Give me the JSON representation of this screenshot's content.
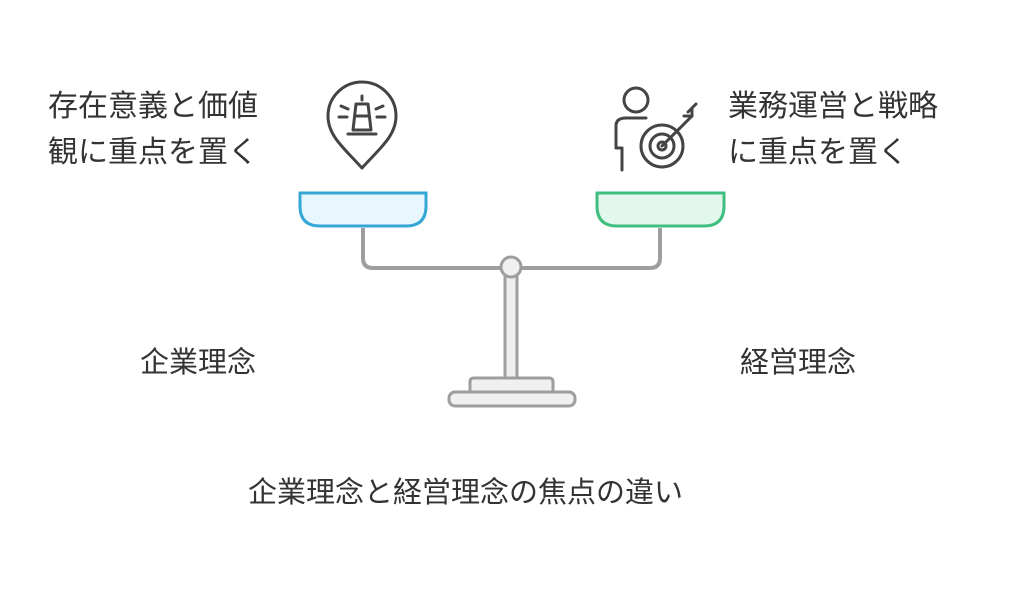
{
  "left_statement": [
    "存在意義と価値",
    "観に重点を置く"
  ],
  "right_statement": [
    "業務運営と戦略",
    "に重点を置く"
  ],
  "left_label": "企業理念",
  "right_label": "経営理念",
  "footer_title": "企業理念と経営理念の焦点の違い",
  "icons": {
    "left": "lighthouse-pin-icon",
    "right": "person-target-icon"
  },
  "colors": {
    "left_pan_stroke": "#35a7d6",
    "left_pan_fill": "#e8f7fd",
    "right_pan_stroke": "#3fbf7f",
    "right_pan_fill": "#e3f8ed",
    "scale_stroke": "#9e9e9e",
    "scale_fill": "#f0f0f0",
    "icon": "#444444"
  }
}
